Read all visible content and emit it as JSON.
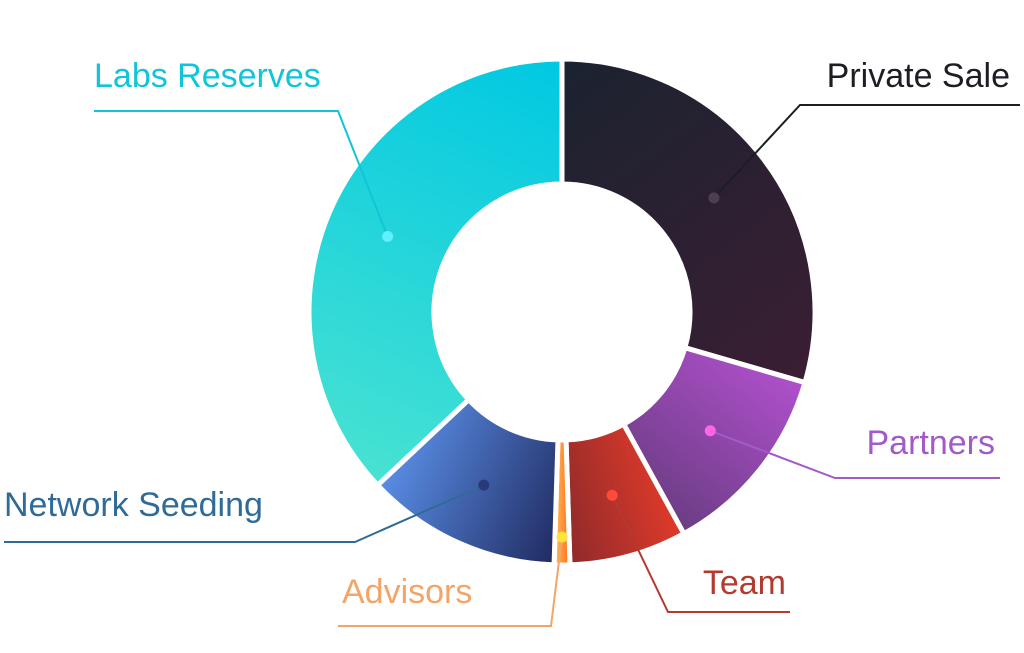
{
  "chart_data": {
    "type": "pie",
    "donut": true,
    "title": "",
    "slices": [
      {
        "label": "Private Sale",
        "value": 29.5,
        "color_from": "#1b2330",
        "color_to": "#3b1e33",
        "text_color": "#1d1d24",
        "dot_color": "#4a4052"
      },
      {
        "label": "Partners",
        "value": 12.5,
        "color_from": "#b050cc",
        "color_to": "#6b3d84",
        "text_color": "#a25ac8",
        "dot_color": "#ff66e6"
      },
      {
        "label": "Team",
        "value": 7.5,
        "color_from": "#e03a2a",
        "color_to": "#8e2a2a",
        "text_color": "#b23a2e",
        "dot_color": "#ff4a3a"
      },
      {
        "label": "Advisors",
        "value": 1.0,
        "color_from": "#ff6a1a",
        "color_to": "#ffc25a",
        "text_color": "#f4a468",
        "dot_color": "#ffe23a"
      },
      {
        "label": "Network Seeding",
        "value": 12.5,
        "color_from": "#202a60",
        "color_to": "#5a8ee6",
        "text_color": "#2f6b98",
        "dot_color": "#2a3a78"
      },
      {
        "label": "Labs Reserves",
        "value": 37.0,
        "color_from": "#48e2d2",
        "color_to": "#00c8e2",
        "text_color": "#12c4d8",
        "dot_color": "#5ef0ff"
      }
    ]
  }
}
